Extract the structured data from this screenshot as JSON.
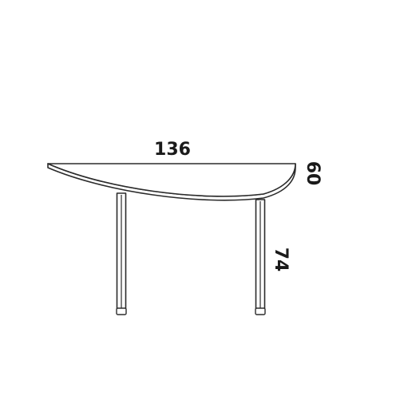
{
  "dimensions": {
    "width": "136",
    "depth": "60",
    "height": "74"
  },
  "colors": {
    "line": "#2b2b2b",
    "text": "#1a1a1a",
    "background": "#ffffff"
  }
}
